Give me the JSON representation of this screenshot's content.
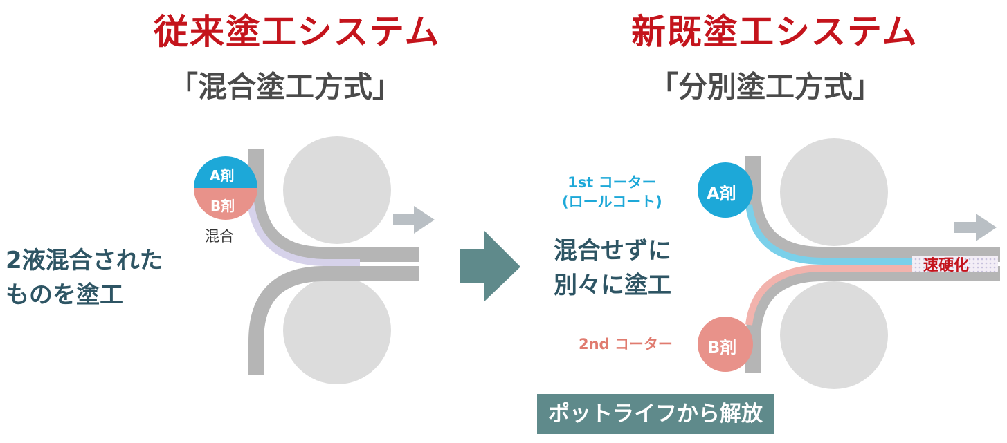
{
  "left": {
    "title": "従来塗工システム",
    "subtitle": "「混合塗工方式」",
    "badge_a": "A剤",
    "badge_b": "B剤",
    "mix_label": "混合",
    "description_line1": "2液混合された",
    "description_line2": "ものを塗工"
  },
  "right": {
    "title": "新既塗工システム",
    "subtitle": "「分別塗工方式」",
    "coater1_line1": "1st コーター",
    "coater1_line2": "(ロールコート)",
    "badge_a": "A剤",
    "coater2": "2nd コーター",
    "badge_b": "B剤",
    "description_line1": "混合せずに",
    "description_line2": "別々に塗工",
    "cure_label": "速硬化",
    "banner": "ポットライフから解放"
  },
  "colors": {
    "title_red": "#c4141c",
    "a_agent_blue": "#1da8d8",
    "b_agent_pink": "#e8928a",
    "teal_text": "#2e5564",
    "banner_bg": "#5f8a8b",
    "roll_gray": "#dcdcdc",
    "path_gray": "#b5b5b5"
  },
  "icons": [
    "right-arrow-icon",
    "direction-arrow-icon"
  ]
}
